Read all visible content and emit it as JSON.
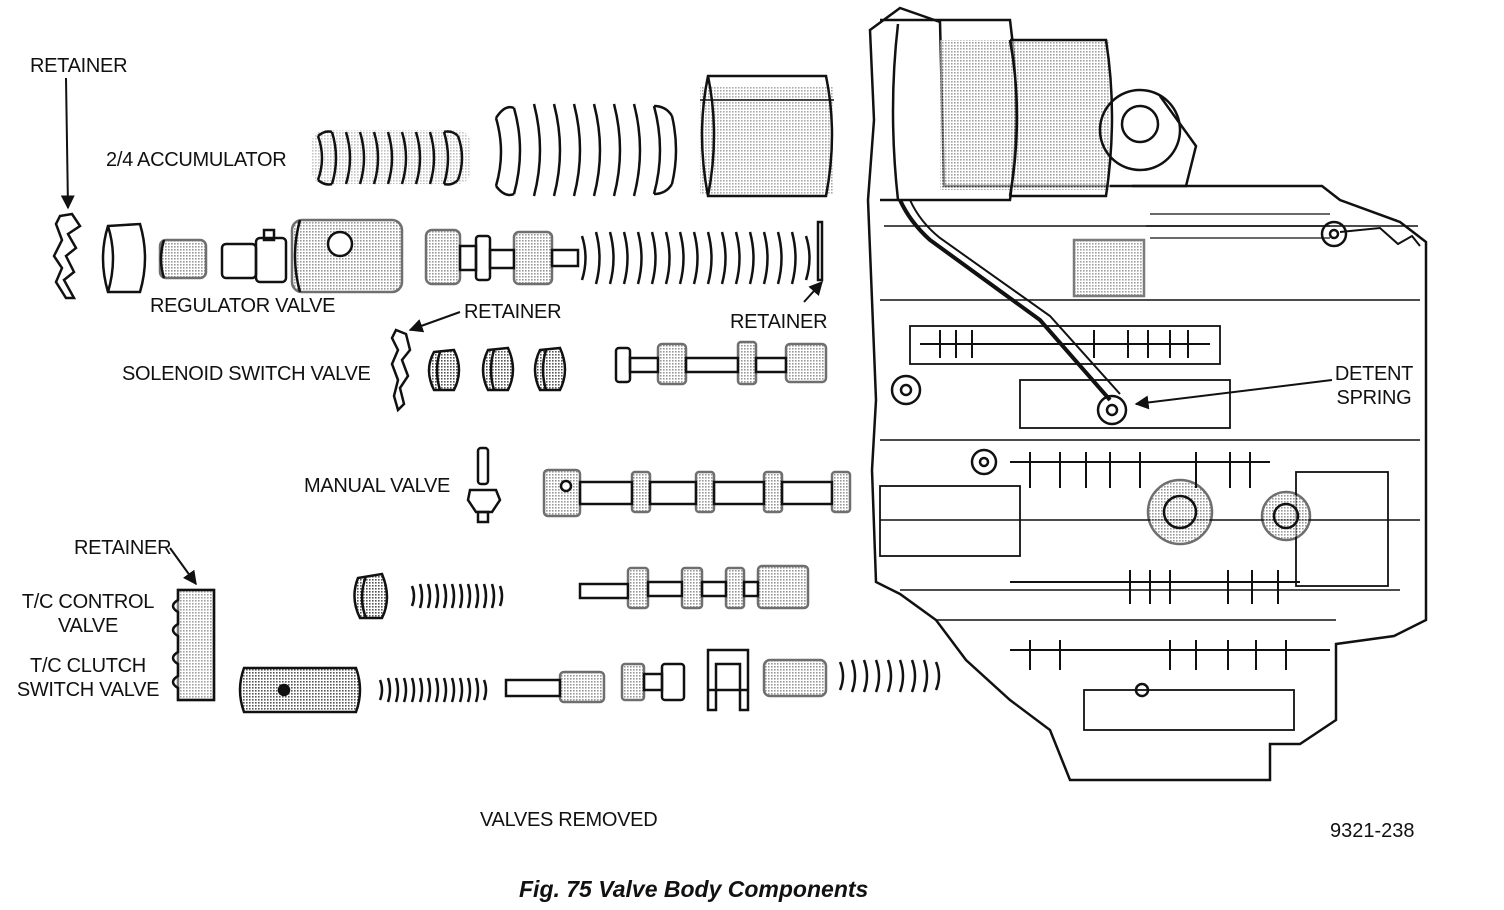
{
  "diagram": {
    "caption": "Fig. 75 Valve Body Components",
    "figure_id": "9321-238",
    "labels": {
      "retainer_top": "RETAINER",
      "accumulator": "2/4 ACCUMULATOR",
      "regulator_valve": "REGULATOR VALVE",
      "retainer_mid": "RETAINER",
      "retainer_right": "RETAINER",
      "solenoid_switch_valve": "SOLENOID SWITCH VALVE",
      "manual_valve": "MANUAL VALVE",
      "retainer_bottom": "RETAINER",
      "tc_control_line1": "T/C CONTROL",
      "tc_control_line2": "VALVE",
      "tc_clutch_line1": "T/C CLUTCH",
      "tc_clutch_line2": "SWITCH VALVE",
      "detent_line1": "DETENT",
      "detent_line2": "SPRING",
      "valves_removed": "VALVES REMOVED"
    },
    "colors": {
      "ink": "#111111",
      "shade": "#bdbdbd",
      "paper": "#ffffff"
    }
  }
}
